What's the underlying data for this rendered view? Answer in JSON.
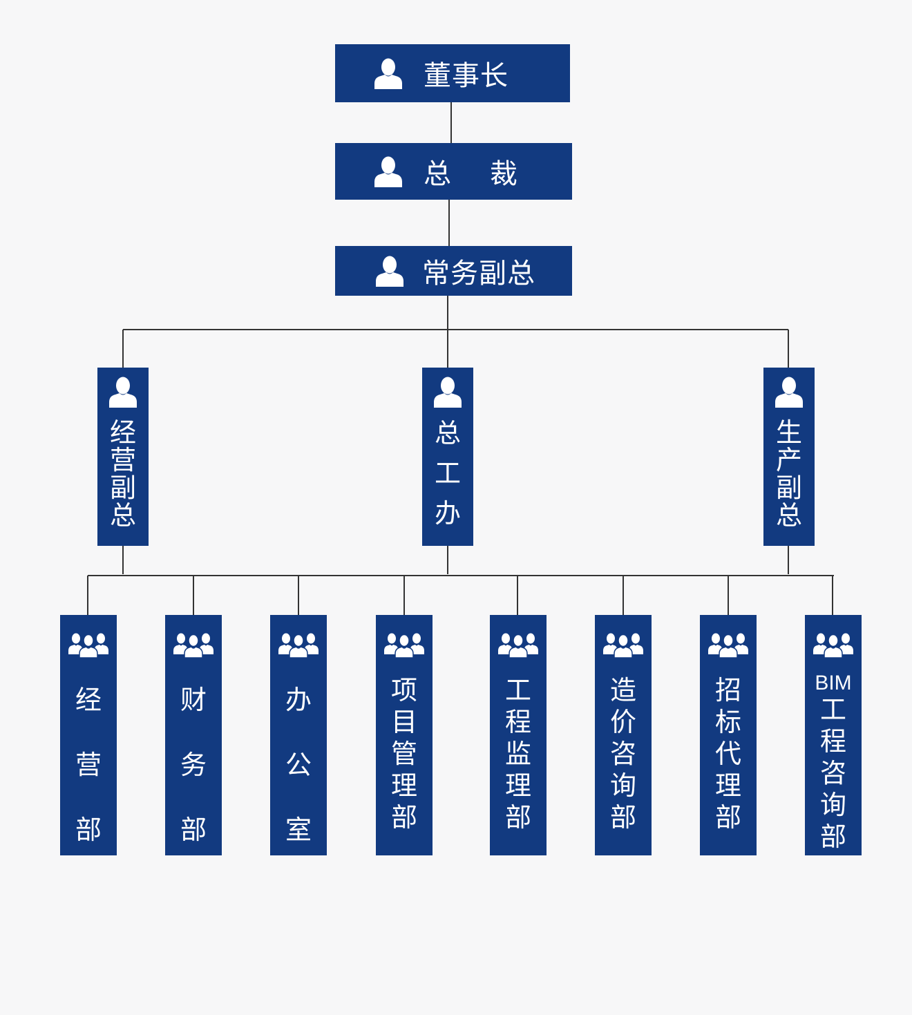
{
  "colors": {
    "box": "#123a80",
    "text": "#ffffff",
    "line": "#333333",
    "background": "#f7f7f8"
  },
  "icons": {
    "executive": "person-icon",
    "department": "group-icon"
  },
  "chairman": {
    "label": "董事长"
  },
  "president": {
    "label": "总    裁"
  },
  "executive_vp": {
    "label": "常务副总"
  },
  "vps": [
    {
      "label": "经营副总"
    },
    {
      "label": "总工办"
    },
    {
      "label": "生产副总"
    }
  ],
  "departments": [
    {
      "label": "经营部"
    },
    {
      "label": "财务部"
    },
    {
      "label": "办公室"
    },
    {
      "label": "项目管理部"
    },
    {
      "label": "工程监理部"
    },
    {
      "label": "造价咨询部"
    },
    {
      "label": "招标代理部"
    },
    {
      "label": "BIM工程咨询部",
      "prefix": "BIM",
      "rest": "工程咨询部"
    }
  ]
}
